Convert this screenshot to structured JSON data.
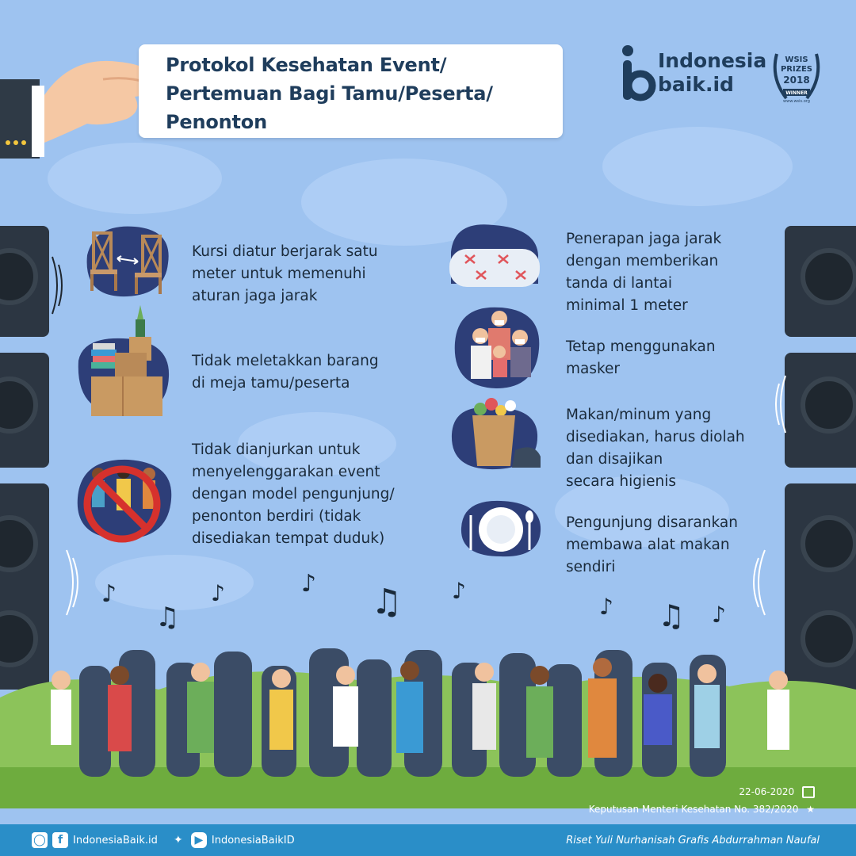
{
  "header": {
    "title_lines": [
      "Protokol Kesehatan Event/",
      "Pertemuan Bagi Tamu/Peserta/",
      "Penonton"
    ]
  },
  "logo": {
    "line1": "Indonesia",
    "line2": "baik.id",
    "award_line1": "WSIS",
    "award_line2": "PRIZES",
    "award_line3": "2018",
    "award_line4": "WINNER",
    "award_site": "www.wsis.org"
  },
  "left_items": [
    {
      "icon": "chairs-distance-icon",
      "text": "Kursi diatur berjarak satu\nmeter untuk memenuhi\naturan jaga jarak"
    },
    {
      "icon": "table-items-icon",
      "text": "Tidak meletakkan barang\ndi meja tamu/peserta"
    },
    {
      "icon": "no-standing-crowd-icon",
      "text": "Tidak dianjurkan untuk\nmenyelenggarakan event\ndengan model pengunjung/\npenonton berdiri (tidak\ndisediakan tempat duduk)"
    }
  ],
  "right_items": [
    {
      "icon": "floor-marks-icon",
      "text": "Penerapan jaga jarak\ndengan memberikan\ntanda di lantai\nminimal 1 meter"
    },
    {
      "icon": "family-mask-icon",
      "text": "Tetap menggunakan\nmasker"
    },
    {
      "icon": "groceries-bag-icon",
      "text": "Makan/minum yang\ndisediakan, harus diolah\ndan disajikan\nsecara higienis"
    },
    {
      "icon": "plate-cutlery-icon",
      "text": "Pengunjung disarankan\nmembawa alat makan\nsendiri"
    }
  ],
  "meta": {
    "date": "22-06-2020",
    "source": "Keputusan Menteri Kesehatan No. 382/2020"
  },
  "footer": {
    "handle1": "IndonesiaBaik.id",
    "handle2": "IndonesiaBaikID",
    "credits": "Riset Yuli Nurhanisah Grafis Abdurrahman Naufal"
  },
  "colors": {
    "background": "#9ec3f0",
    "title": "#1f3d5c",
    "footer": "#2a8ec8",
    "grass": "#8cc35a"
  }
}
